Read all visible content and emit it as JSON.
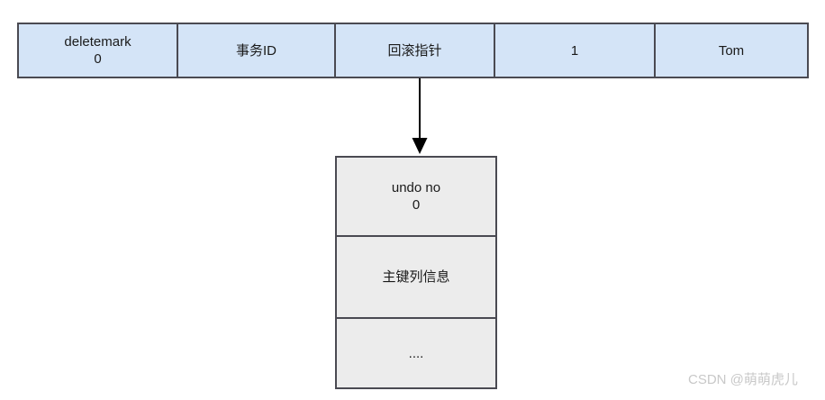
{
  "diagram": {
    "title": "undo log rollback pointer diagram",
    "colors": {
      "record_fill": "#d4e4f7",
      "undo_fill": "#ececec",
      "border": "#4a4a52",
      "text": "#1a1a1a",
      "watermark": "#c8c8c8",
      "background": "#ffffff"
    },
    "record_row": {
      "name": "data-record-row",
      "cells": [
        {
          "id": "deletemark",
          "line1": "deletemark",
          "line2": "0"
        },
        {
          "id": "trx-id",
          "line1": "事务ID",
          "line2": ""
        },
        {
          "id": "roll-pointer",
          "line1": "回滚指针",
          "line2": ""
        },
        {
          "id": "col-id",
          "line1": "1",
          "line2": ""
        },
        {
          "id": "col-name",
          "line1": "Tom",
          "line2": ""
        }
      ]
    },
    "connector": {
      "name": "roll-pointer-to-undo-arrow",
      "type": "arrow-down",
      "from": "回滚指针",
      "to": "undo no 0"
    },
    "undo_box": {
      "name": "undo-log-record",
      "segments": [
        {
          "id": "undo-no",
          "line1": "undo no",
          "line2": "0"
        },
        {
          "id": "primary-key",
          "line1": "主键列信息",
          "line2": ""
        },
        {
          "id": "ellipsis",
          "line1": "....",
          "line2": ""
        }
      ]
    },
    "watermark": {
      "text": "CSDN @萌萌虎儿"
    }
  }
}
